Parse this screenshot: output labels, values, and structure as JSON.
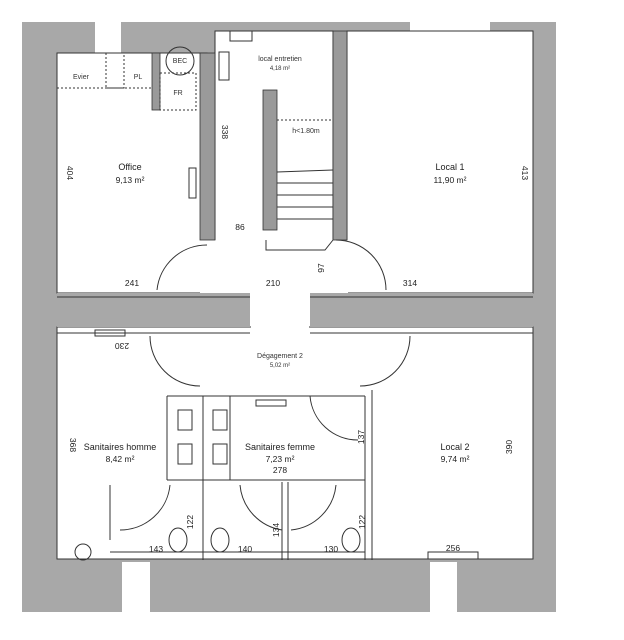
{
  "rooms": {
    "office": {
      "name": "Office",
      "area": "9,13 m²"
    },
    "local_entretien": {
      "name": "local entretien",
      "area": "4,18 m²"
    },
    "local1": {
      "name": "Local 1",
      "area": "11,90 m²"
    },
    "degagement": {
      "name": "Dégagement 2",
      "area": "5,02 m²"
    },
    "san_homme": {
      "name": "Sanitaires homme",
      "area": "8,42 m²"
    },
    "san_femme": {
      "name": "Sanitaires femme",
      "area": "7,23 m²"
    },
    "local2": {
      "name": "Local 2",
      "area": "9,74 m²"
    }
  },
  "fixtures": {
    "evier": "Evier",
    "pl": "PL",
    "bec": "BEC",
    "fr": "FR",
    "height_note": "h<1.80m"
  },
  "dimensions": {
    "d404": "404",
    "d338": "338",
    "d86": "86",
    "d241": "241",
    "d210": "210",
    "d97": "97",
    "d314": "314",
    "d413": "413",
    "d230": "230",
    "d368": "368",
    "d137": "137",
    "d278": "278",
    "d390": "390",
    "d122a": "122",
    "d134": "134",
    "d122b": "122",
    "d143": "143",
    "d140": "140",
    "d130": "130",
    "d256": "256"
  }
}
